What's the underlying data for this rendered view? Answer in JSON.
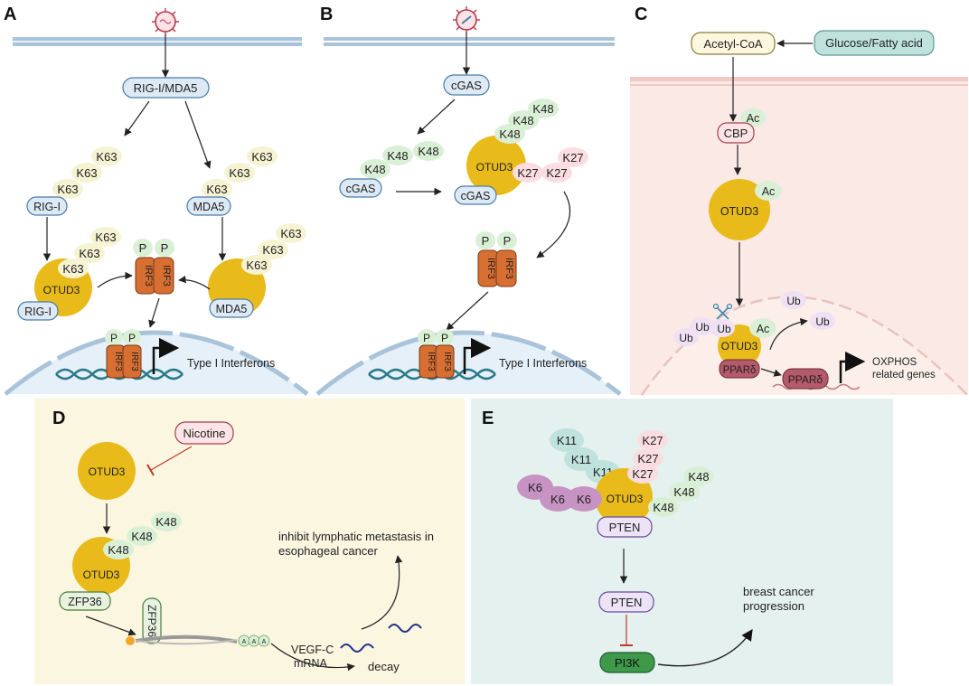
{
  "panels": {
    "A": {
      "letter": "A",
      "rig_mda": "RIG-I/MDA5",
      "k63": "K63",
      "rigi": "RIG-I",
      "mda5": "MDA5",
      "otud3": "OTUD3",
      "p": "P",
      "irf3": "IRF3",
      "ifn": "Type I Interferons"
    },
    "B": {
      "letter": "B",
      "cgas": "cGAS",
      "k48": "K48",
      "k27": "K27",
      "otud3": "OTUD3",
      "p": "P",
      "irf3": "IRF3",
      "ifn": "Type I Interferons"
    },
    "C": {
      "letter": "C",
      "acetyl": "Acetyl-CoA",
      "glucose": "Glucose/Fatty acid",
      "ac": "Ac",
      "cbp": "CBP",
      "otud3": "OTUD3",
      "ub": "Ub",
      "ppar": "PPARδ",
      "oxphos_1": "OXPHOS",
      "oxphos_2": "related genes"
    },
    "D": {
      "letter": "D",
      "nicotine": "Nicotine",
      "otud3": "OTUD3",
      "k48": "K48",
      "zfp36": "ZFP36",
      "inhibit_1": "inhibit lymphatic metastasis in",
      "inhibit_2": "esophageal cancer",
      "vegf_1": "VEGF-C",
      "vegf_2": "mRNA",
      "decay": "decay",
      "a": "A"
    },
    "E": {
      "letter": "E",
      "k11": "K11",
      "k27": "K27",
      "k48": "K48",
      "k6": "K6",
      "otud3": "OTUD3",
      "pten": "PTEN",
      "pi3k": "PI3K",
      "breast_1": "breast cancer",
      "breast_2": "progression"
    }
  },
  "colors": {
    "otud3": "#e8bb1a",
    "k63": "#f5f3d2",
    "k48": "#daf0d6",
    "k27": "#fbdde1",
    "k11": "#bfe2dd",
    "k6": "#c793c2",
    "irf3": "#d76f33",
    "panel_c_bg": "#fbe9e6",
    "panel_d_bg": "#fbf6e0",
    "panel_e_bg": "#e4f1ef",
    "nucleus": "#e6f0f8",
    "inhibit": "#c0392b"
  }
}
